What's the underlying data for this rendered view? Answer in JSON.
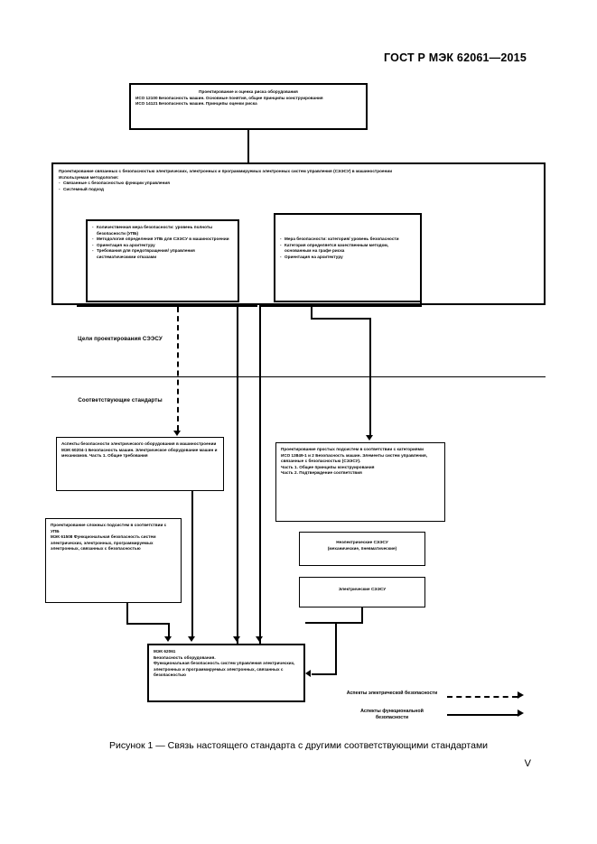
{
  "document": {
    "header": "ГОСТ Р МЭК 62061—2015",
    "page_number": "V",
    "caption": "Рисунок 1 — Связь настоящего стандарта с другими соответствующими стандартами"
  },
  "figure": {
    "boxes": {
      "top": {
        "title": "Проектирование и оценка риска оборудования",
        "lines": [
          "ИСО 12100 Безопасность машин. Основные понятия, общие принципы конструирования",
          "ИСО 14121 Безопасность машин. Принципы оценки риска"
        ]
      },
      "outer": {
        "lines": [
          "Проектирование связанных с безопасностью электрических, электронных и программируемых электронных систем управления (СЭЭСУ) в машиностроении",
          "Используемая методология:"
        ],
        "bullets": [
          "Связанные с безопасностью функции управления",
          "Системный подход"
        ]
      },
      "quantitative": {
        "bullets": [
          "Количественная мера безопасности: уровень полноты безопасности (УПБ)",
          "Методология определения УПБ для СЭЭСУ в машиностроении",
          "Ориентация на архитектуру",
          "Требования для предотвращения/ управления систематическими отказами"
        ]
      },
      "qualitative": {
        "bullets": [
          "Мера безопасности: категория/ уровень безопасности",
          "Категория определяется качественным методом, основанным на графе риска",
          "Ориентация на архитектуру"
        ]
      },
      "iec60204": {
        "lines": [
          "Аспекты безопасности электрического оборудования в машиностроении",
          "МЭК 60204-1 Безопасность машин. Электрическое оборудование машин и механизмов. Часть 1. Общие требования"
        ]
      },
      "iso13849": {
        "lines": [
          "Проектирование простых подсистем в соответствии с категориями",
          "ИСО 13849-1 и 2 Безопасность машин. Элементы систем управления, связанные с безопасностью (СЭЭСУ).",
          "Часть 1. Общие принципы конструирования",
          "Часть 2. Подтверждение соответствия"
        ]
      },
      "iec61508": {
        "lines": [
          "Проектирование сложных подсистем в соответствии с УПБ",
          "МЭК 61508 Функциональная безопасность систем электрических, электронных, программируемых электронных, связанных с безопасностью"
        ]
      },
      "non_electric": {
        "title": "Неэлектрические СЭЭСУ",
        "subtitle": "(механические, пневматические)"
      },
      "electric": {
        "title": "Электрические СЭЭСУ"
      },
      "iec62061": {
        "title": "МЭК 62061",
        "lines": [
          "Безопасность оборудования.",
          "Функциональная безопасность систем управления электрических, электронных и программируемых электронных, связанных с безопасностью"
        ]
      }
    },
    "labels": {
      "design_goals": "Цели проектирования СЭЭСУ",
      "relevant_standards": "Соответствующие стандарты"
    },
    "legend": [
      {
        "label": "Аспекты электрической безопасности",
        "style": "dashed"
      },
      {
        "label": "Аспекты функциональной безопасности",
        "style": "solid"
      }
    ]
  },
  "colors": {
    "ink": "#000000",
    "paper": "#ffffff"
  }
}
